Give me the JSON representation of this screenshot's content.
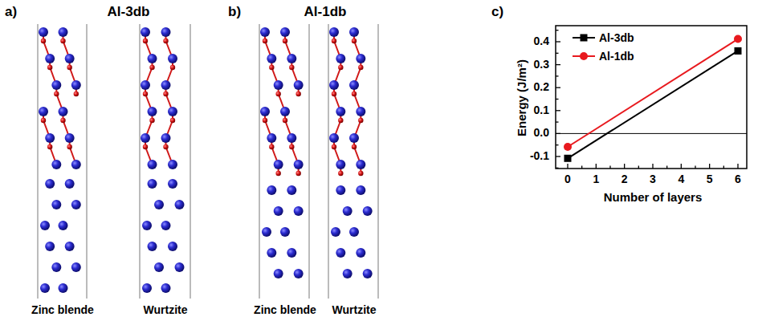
{
  "diagram": {
    "labels": [
      "a)",
      "Al-3db",
      "Zinc blende",
      "Wurtzite",
      "b)",
      "Al-1db",
      "Zinc blende",
      "Wurtzite",
      "c)",
      "Energy (J/m²)",
      "Number of layers",
      "0.4",
      "0.3",
      "0.2",
      "0.1",
      "0.0",
      "-0.1",
      "0",
      "1",
      "2",
      "3",
      "4",
      "5",
      "6"
    ],
    "legend": [
      {
        "text": "Al-3db"
      },
      {
        "text": "Al-1db"
      }
    ]
  }
}
